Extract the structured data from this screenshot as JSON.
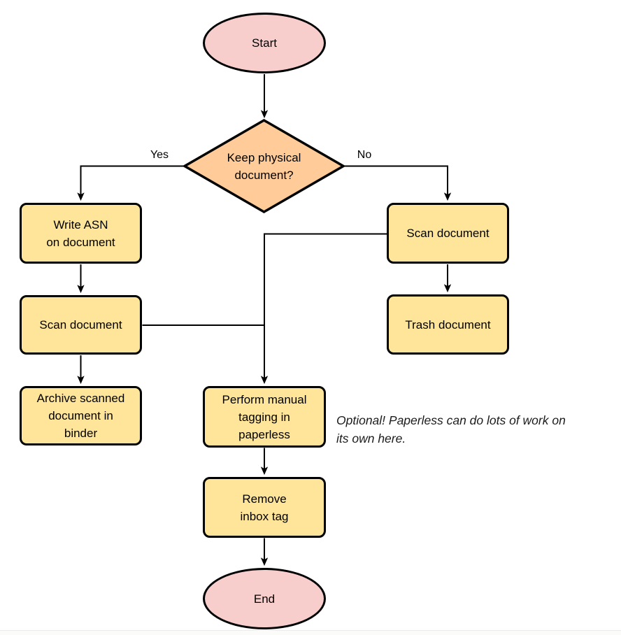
{
  "colors": {
    "terminator_fill": "#f8cecc",
    "decision_fill": "#ffcc99",
    "process_fill": "#ffe599",
    "stroke": "#000000"
  },
  "flowchart": {
    "nodes": {
      "start": "Start",
      "decision": [
        "Keep physical",
        "document?"
      ],
      "write_asn": [
        "Write ASN",
        "on document"
      ],
      "scan_left": "Scan document",
      "archive": [
        "Archive scanned",
        "document in",
        "binder"
      ],
      "scan_right": "Scan document",
      "trash": "Trash document",
      "perform_tagging": [
        "Perform manual",
        "tagging in",
        "paperless"
      ],
      "remove_inbox": [
        "Remove",
        "inbox tag"
      ],
      "end": "End"
    },
    "edge_labels": {
      "yes": "Yes",
      "no": "No"
    },
    "annotation": [
      "Optional! Paperless can do lots of work on",
      "its own here."
    ]
  }
}
